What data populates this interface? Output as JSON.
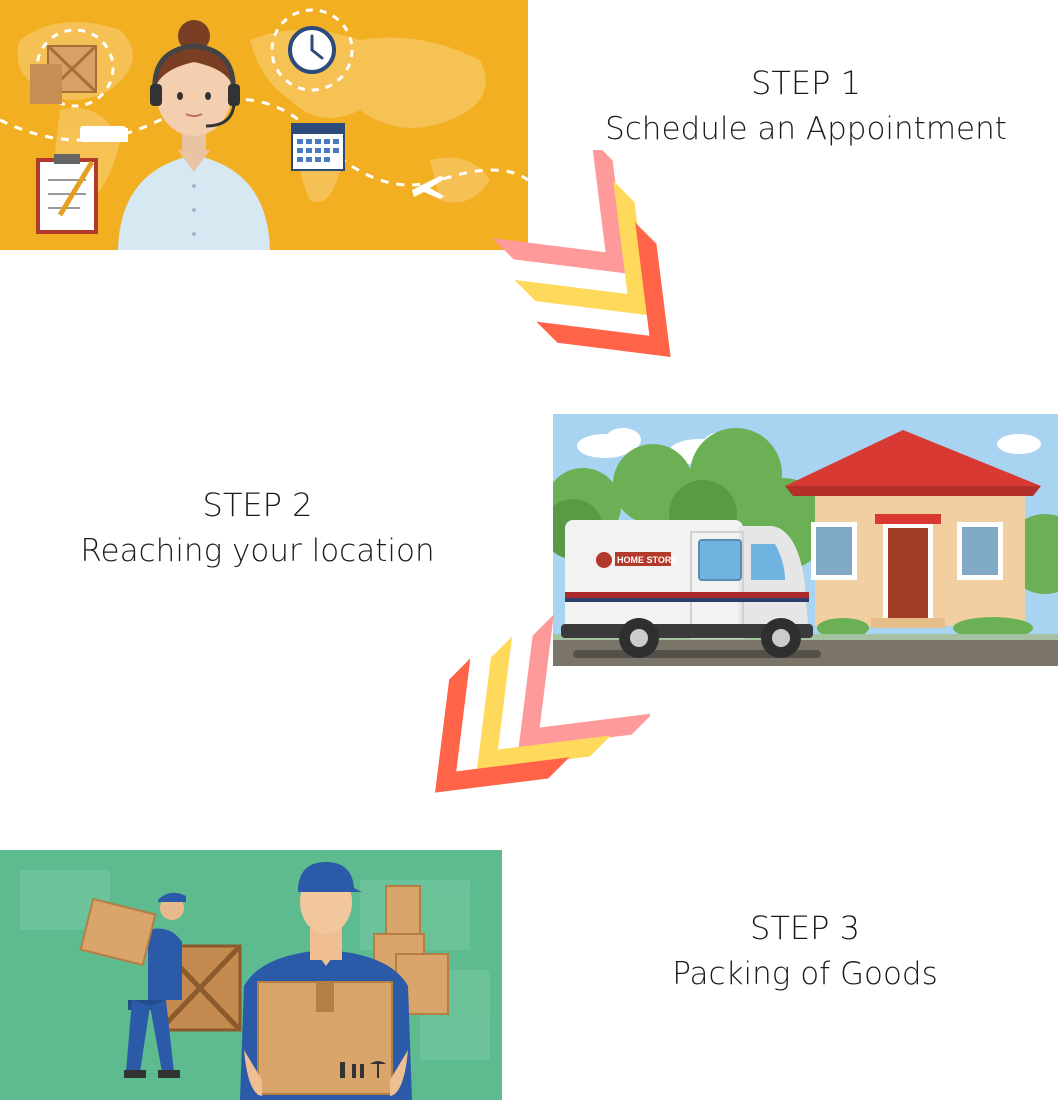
{
  "steps": [
    {
      "number": "STEP 1",
      "title": "Schedule an Appointment",
      "image": "customer-service-agent"
    },
    {
      "number": "STEP 2",
      "title": "Reaching your location",
      "image": "delivery-truck-house"
    },
    {
      "number": "STEP 3",
      "title": "Packing of Goods",
      "image": "movers-carrying-boxes"
    }
  ],
  "panel_colors": {
    "step1": "#F2AF22",
    "step2_sky": "#A8D4F2",
    "step3": "#5EBB90"
  },
  "arrow_colors": [
    "#FF9A9B",
    "#FFD95C",
    "#FF6448"
  ],
  "truck_logo_text": "HOME STORE"
}
